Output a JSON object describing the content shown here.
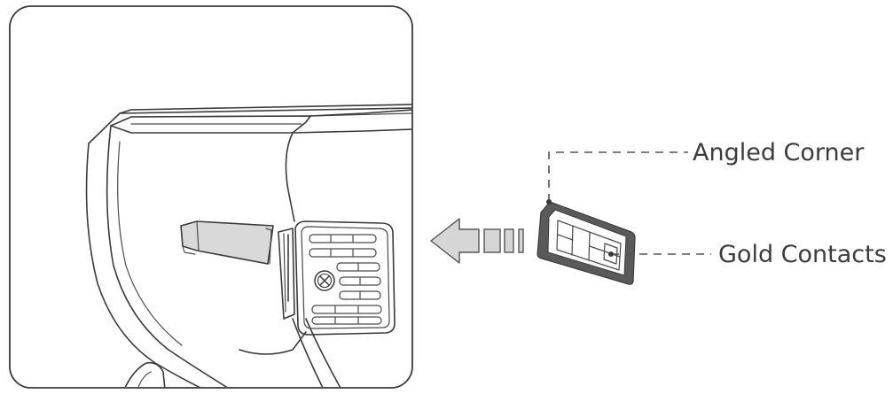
{
  "callouts": {
    "angled_corner": "Angled Corner",
    "gold_contacts": "Gold Contacts"
  },
  "colors": {
    "line": "#3a3a3a",
    "arrow_fill": "#d6d6d6",
    "card_border": "#555555",
    "label": "#3c3c3c"
  },
  "icons": [
    "insert-direction-arrow",
    "sim-card",
    "card-slot-cover",
    "screw-icon"
  ]
}
